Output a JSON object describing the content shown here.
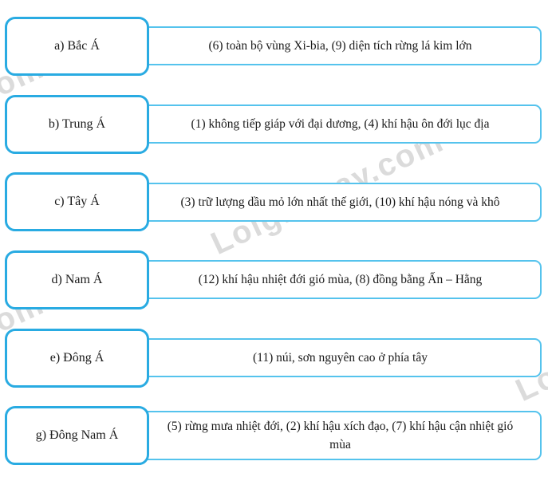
{
  "page": {
    "background": "#ffffff"
  },
  "colors": {
    "region_box_border": "#29abe2",
    "feature_box_border": "#55c3ed",
    "text": "#1a1a1a",
    "watermark": "#bebebe"
  },
  "watermark": {
    "text": "Loigiaihay.com"
  },
  "pairs": [
    {
      "region": "a) Bắc Á",
      "features": "(6) toàn bộ vùng Xi-bia, (9) diện tích rừng lá kim lớn"
    },
    {
      "region": "b) Trung Á",
      "features": "(1) không tiếp giáp với đại dương, (4) khí hậu ôn đới lục địa"
    },
    {
      "region": "c) Tây Á",
      "features": "(3) trữ lượng dầu mỏ lớn nhất thế giới, (10) khí hậu nóng và khô"
    },
    {
      "region": "d) Nam Á",
      "features": "(12) khí hậu nhiệt đới gió mùa, (8) đồng bằng Ấn – Hằng"
    },
    {
      "region": "e) Đông Á",
      "features": "(11) núi, sơn nguyên cao ở phía tây"
    },
    {
      "region": "g) Đông Nam Á",
      "features": "(5) rừng mưa nhiệt đới, (2) khí hậu xích đạo, (7) khí hậu cận nhiệt gió mùa"
    }
  ]
}
